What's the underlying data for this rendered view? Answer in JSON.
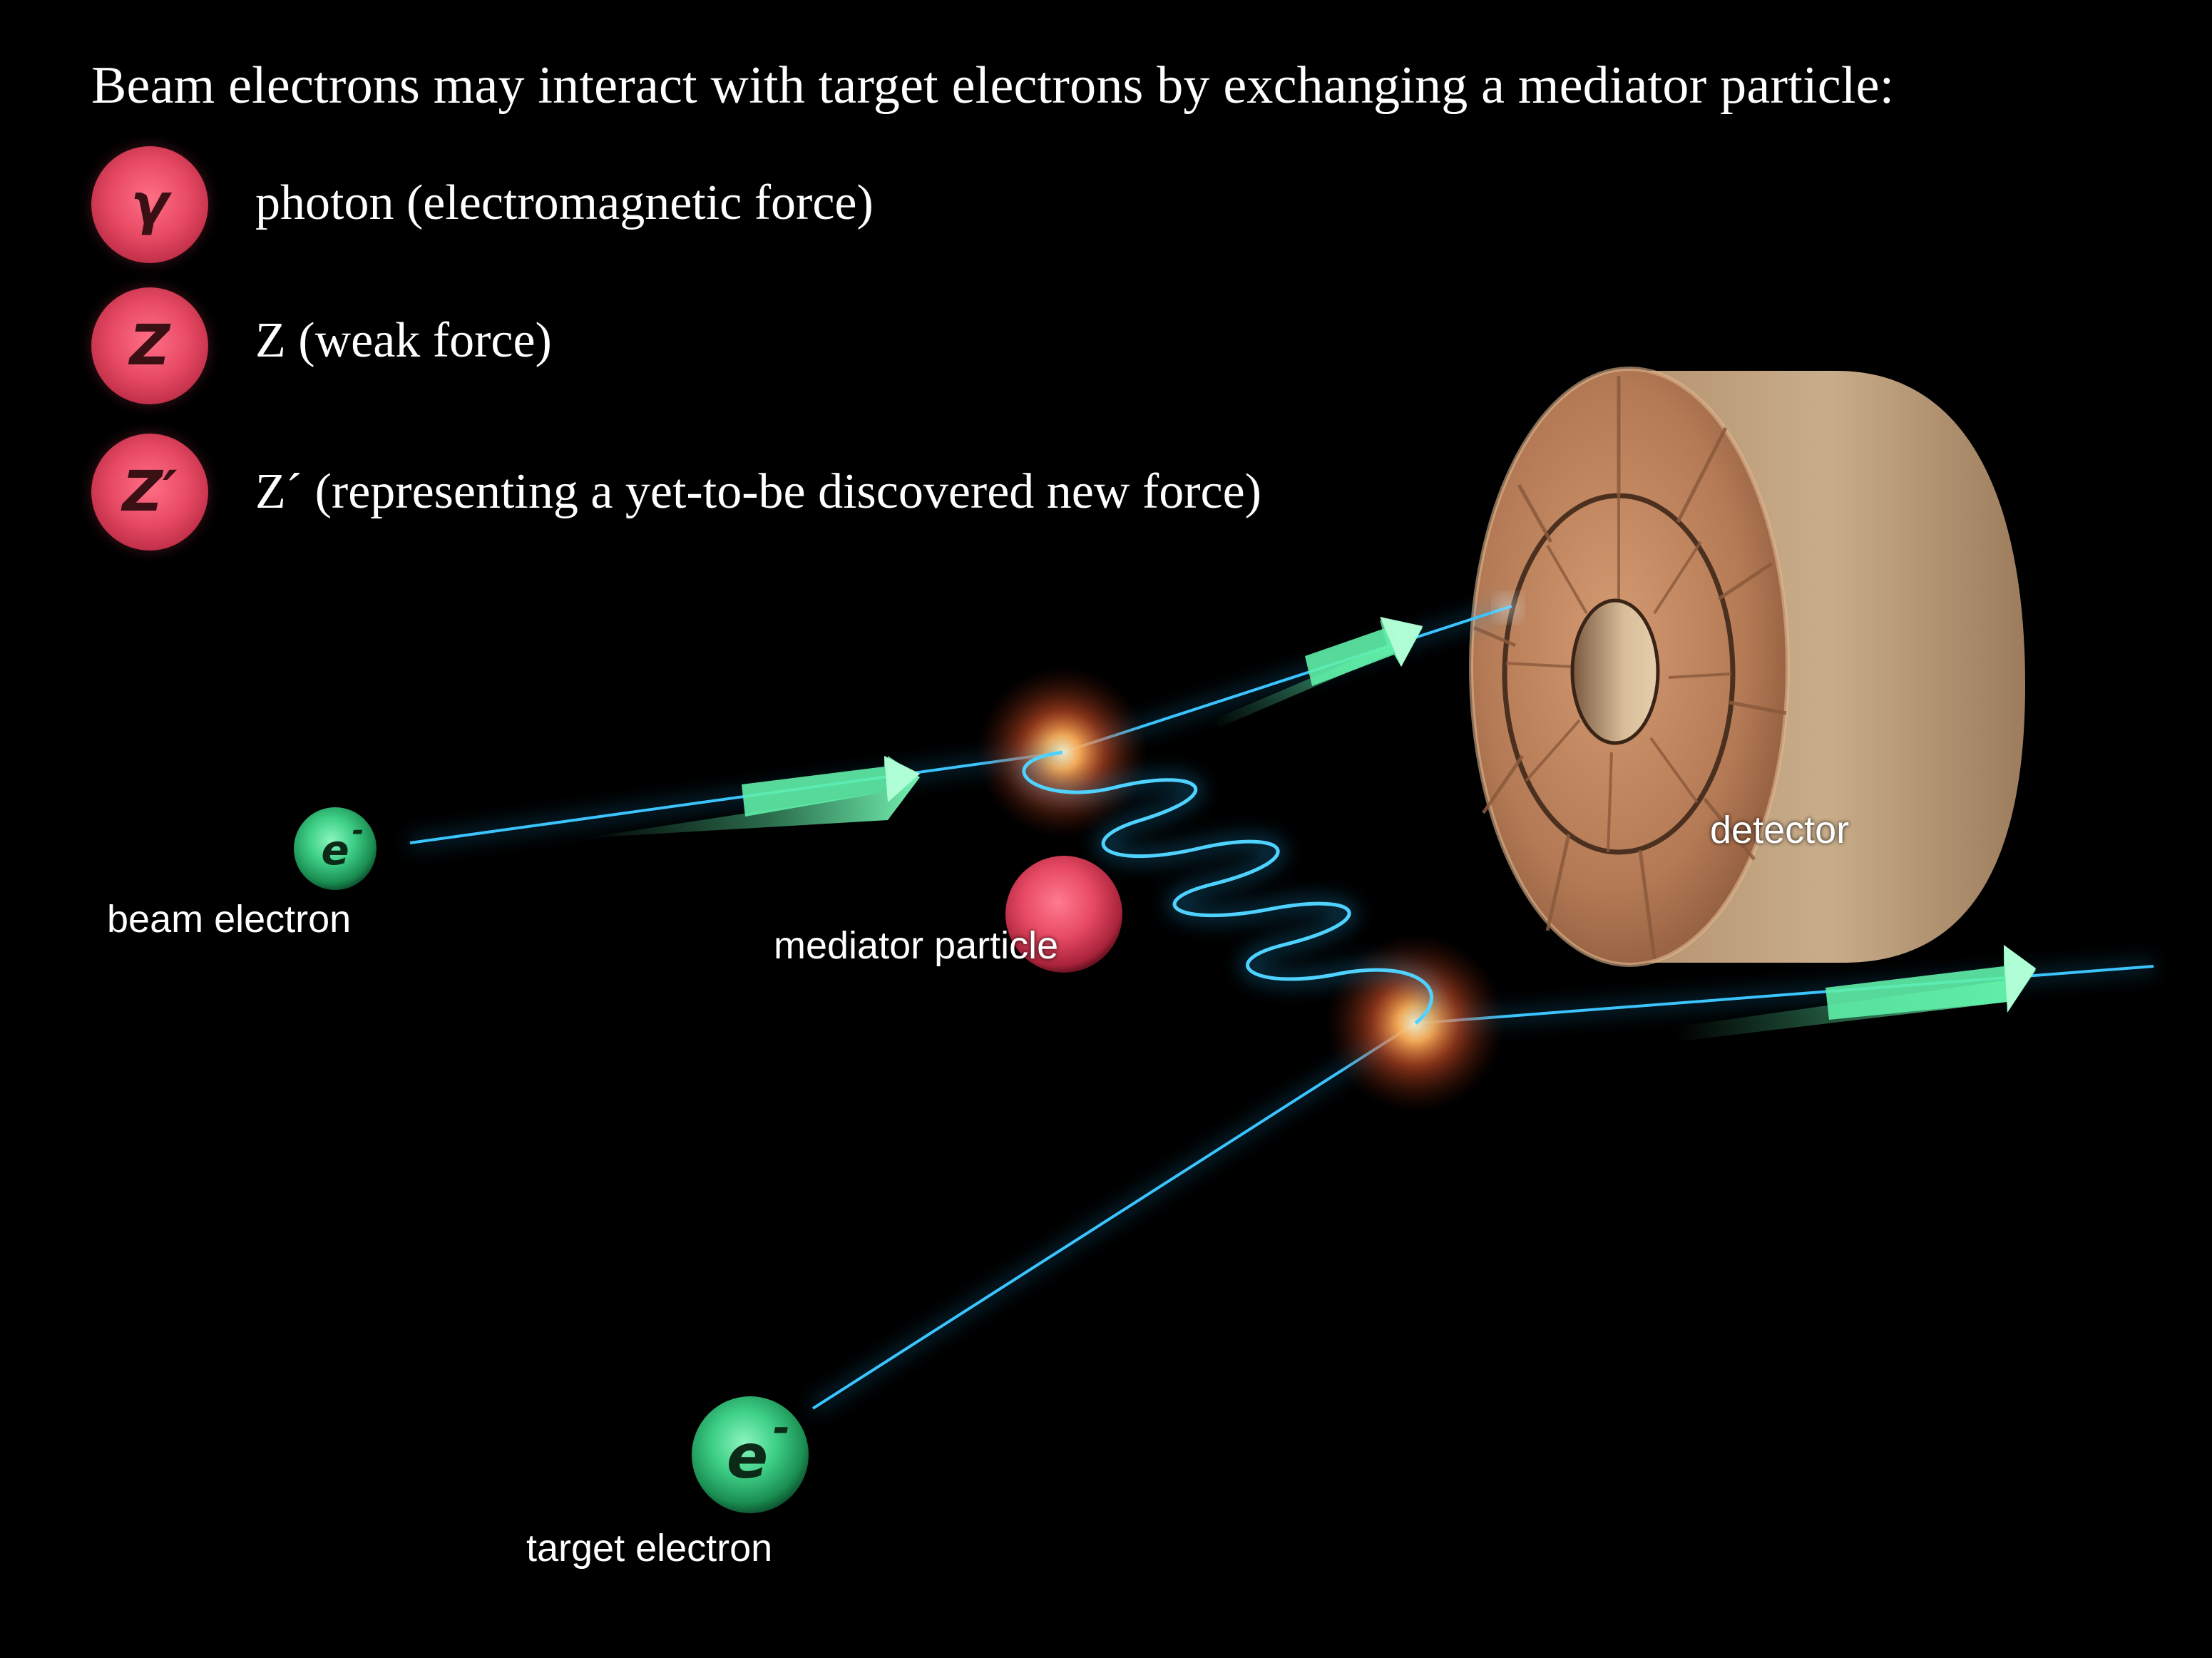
{
  "heading": "Beam electrons may interact with target electrons by exchanging a mediator particle:",
  "legend": [
    {
      "symbol": "γ",
      "text": "photon (electromagnetic force)"
    },
    {
      "symbol": "Z",
      "text": "Z (weak force)"
    },
    {
      "symbol": "Z′",
      "text": "Z´ (representing a yet-to-be discovered new force)"
    }
  ],
  "labels": {
    "beam_electron": "beam electron",
    "target_electron": "target electron",
    "mediator_particle": "mediator particle",
    "detector": "detector"
  },
  "electron_symbol": "e",
  "electron_charge": "-",
  "colors": {
    "background": "#000000",
    "mediator": "#e84a64",
    "electron": "#3fd088",
    "track": "#2ab8ff",
    "arrow": "#5ff0a8",
    "detector": "#c9a47e",
    "glow": "#ff8a3a"
  }
}
